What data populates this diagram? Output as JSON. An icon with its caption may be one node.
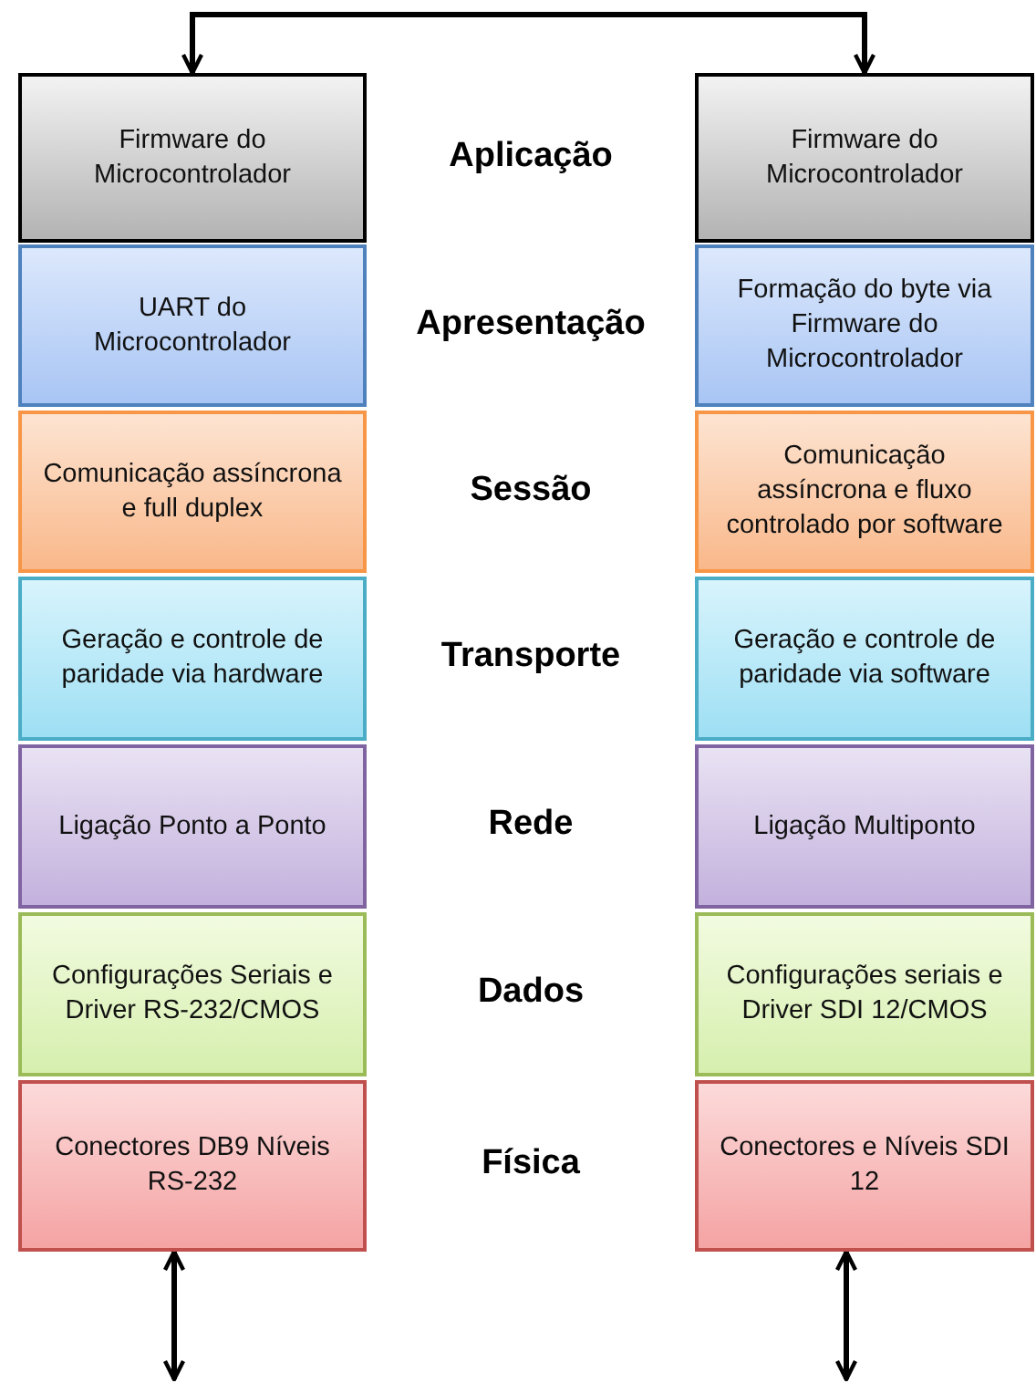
{
  "diagram": {
    "nodes": [
      {
        "text": [
          "Firmware do Microcontrolador"
        ]
      },
      {
        "text": [
          "Firmware do Microcontrolador"
        ]
      },
      {
        "text": [
          "UART do Microcontrolador"
        ]
      },
      {
        "text": [
          "Formação do byte via Firmware do Microcontrolador"
        ]
      },
      {
        "text": [
          "Comunicação assíncrona e full duplex"
        ]
      },
      {
        "text": [
          "Comunicação assíncrona e fluxo controlado por software"
        ]
      },
      {
        "text": [
          "Geração e controle de paridade via hardware"
        ]
      },
      {
        "text": [
          "Geração e controle de paridade via software"
        ]
      },
      {
        "text": [
          "Ligação Ponto a Ponto"
        ]
      },
      {
        "text": [
          "Ligação Multiponto"
        ]
      },
      {
        "text": [
          "Configurações Seriais e Driver RS-232/CMOS"
        ]
      },
      {
        "text": [
          "Configurações seriais e Driver SDI 12/CMOS"
        ]
      },
      {
        "text": [
          "Conectores DB9 Níveis RS-232"
        ]
      },
      {
        "text": [
          "Conectores e Níveis SDI 12"
        ]
      }
    ],
    "edges": [
      {
        "from": 0,
        "to": 1,
        "arrow": "both"
      },
      {
        "from": 12,
        "to": null,
        "arrow": "both"
      },
      {
        "from": 13,
        "to": null,
        "arrow": "both"
      }
    ],
    "labels": [
      "Aplicação",
      "Apresentação",
      "Sessão",
      "Transporte",
      "Rede",
      "Dados",
      "Física"
    ]
  }
}
